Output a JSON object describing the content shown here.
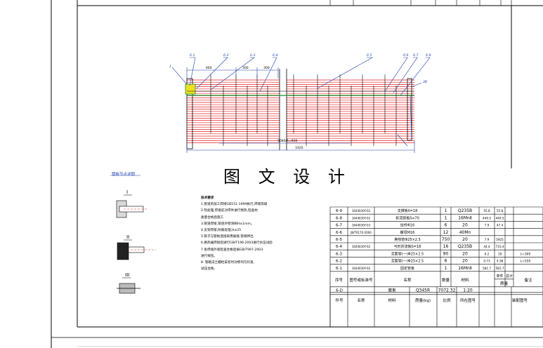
{
  "watermark": "图 文 设 计",
  "detail_title": "管板节点详图",
  "detail_labels": [
    "I",
    "II",
    "III"
  ],
  "callouts_top": [
    "6-1",
    "6-2",
    "6-3",
    "6-4",
    "6-5",
    "6-6",
    "6-7",
    "6-8"
  ],
  "dims": {
    "d1": "660",
    "d2": "300",
    "d3": "300",
    "inner": "3080/5=616",
    "total": "3320"
  },
  "side_labels": {
    "left": "1",
    "right": "3B"
  },
  "notes": [
    "技术要求",
    "1.管道的加工焊接GB151-1999执行,焊缝等级",
    "2.热处理,焊接前对焊件进行预热,检查材",
    "质量合格后施工",
    "3.管道焊接,管道外壁涂刷H≥1mm。",
    "4.支架焊接,防腐处理,H≤25",
    "5.管子与管板连接采用胀接,管端伸出",
    "6.换热器焊接后进行GB/T196-2003进行水压试验",
    "7.各焊缝外观检查合格后按GB/T997-2003",
    "进行探伤。",
    "8. 管箱法兰螺栓安装时对称均匀拧紧,",
    "试压合格。"
  ],
  "bom": {
    "rows": [
      {
        "no": "6-9",
        "code": "1644030Y-02",
        "name": "支撑板δ=18",
        "qty": "1",
        "mat": "Q235B",
        "w1": "55.8",
        "w2": "55.8",
        "note": ""
      },
      {
        "no": "6-8",
        "code": "1644030Y-02",
        "name": "折流管板δ=70",
        "qty": "1",
        "mat": "16MnⅡ",
        "w1": "449.5",
        "w2": "449.5",
        "note": ""
      },
      {
        "no": "6-7",
        "code": "1644030Y-03",
        "name": "拉杆Φ16",
        "qty": "6",
        "mat": "20",
        "w1": "7.9",
        "w2": "47.4",
        "note": ""
      },
      {
        "no": "6-6",
        "code": "JB/T6170-2000",
        "name": "螺母M16",
        "qty": "12",
        "mat": "40Mn",
        "w1": "",
        "w2": "",
        "note": ""
      },
      {
        "no": "6-5",
        "code": "",
        "name": "换热管Φ25×2.5",
        "qty": "750",
        "mat": "20",
        "w1": "7.9",
        "w2": "5925",
        "note": ""
      },
      {
        "no": "6-4",
        "code": "1644030Y-02",
        "name": "弓形折流板δ=18",
        "qty": "16",
        "mat": "Q235B",
        "w1": "44.4",
        "w2": "710.4",
        "note": ""
      },
      {
        "no": "6-3",
        "code": "",
        "name": "定距管(一)Φ25×2.5",
        "qty": "90",
        "mat": "20",
        "w1": "0.2",
        "w2": "18",
        "note": "L=300"
      },
      {
        "no": "6-2",
        "code": "",
        "name": "定距管(一)Φ25×2.5",
        "qty": "6",
        "mat": "20",
        "w1": "0.73",
        "w2": "4.38",
        "note": "L=550"
      },
      {
        "no": "6-1",
        "code": "1644030Y-02",
        "name": "固定管板",
        "qty": "1",
        "mat": "16MnⅡ",
        "w1": "581.7",
        "w2": "581.7",
        "note": ""
      }
    ],
    "header": {
      "no": "序号",
      "code": "图号或标准号",
      "name": "名称",
      "qty": "数量",
      "mat": "材料",
      "w1": "单件",
      "w2": "总计",
      "weight": "质量",
      "note": "备注"
    },
    "assembly": {
      "no": "6-D",
      "name": "管束",
      "mat": "Q345R",
      "weight": "7072.32",
      "scale": "1:20"
    },
    "footer": {
      "no": "件号",
      "name": "名称",
      "mat": "材料",
      "weight": "质量(kg)",
      "scale": "比例",
      "drawing": "所在图号",
      "assembly_no": "装配图号"
    }
  }
}
